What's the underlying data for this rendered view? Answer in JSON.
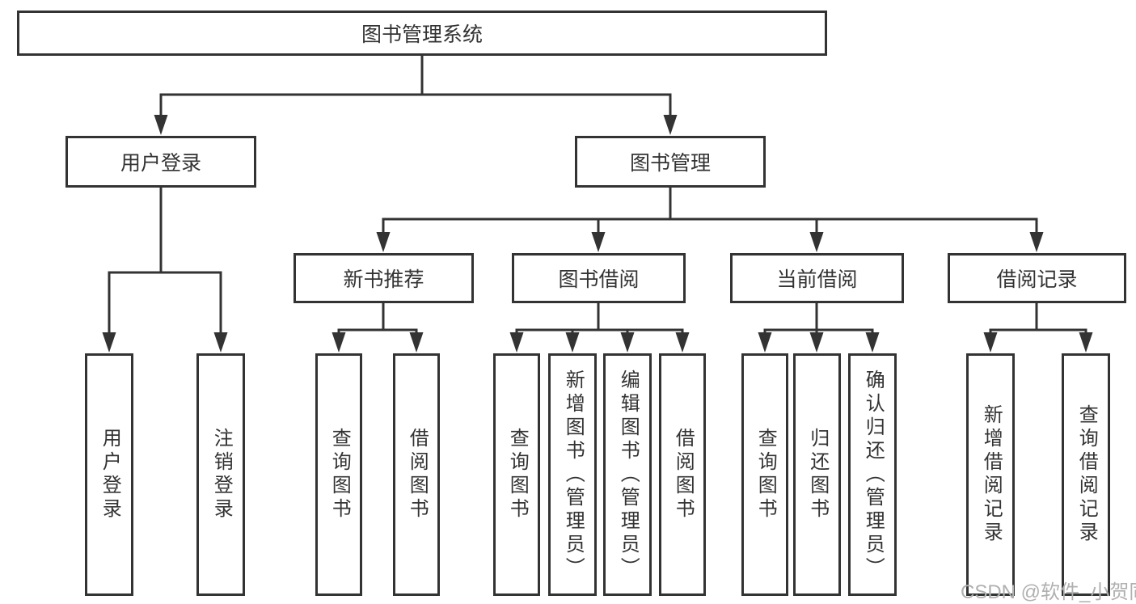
{
  "page": {
    "background_color": "#ffffff",
    "line_color": "#333333",
    "text_color": "#333333",
    "box_fill": "#ffffff"
  },
  "watermark": {
    "text": "CSDN @软件_小贺同学",
    "color": "#b0b0b0"
  },
  "nodes": {
    "root": {
      "label": "图书管理系统"
    },
    "user_login": {
      "label": "用户登录",
      "children": [
        {
          "label": "用户登录"
        },
        {
          "label": "注销登录"
        }
      ]
    },
    "book_mgmt": {
      "label": "图书管理",
      "children_labels": [
        "新书推荐",
        "图书借阅",
        "当前借阅",
        "借阅记录"
      ]
    },
    "new_book_rec": {
      "label": "新书推荐",
      "children": [
        {
          "label": "查询图书"
        },
        {
          "label": "借阅图书"
        }
      ]
    },
    "book_borrow": {
      "label": "图书借阅",
      "children": [
        {
          "label": "查询图书"
        },
        {
          "label": "新增图书（管理员）"
        },
        {
          "label": "编辑图书（管理员）"
        },
        {
          "label": "借阅图书"
        }
      ]
    },
    "current_borrow": {
      "label": "当前借阅",
      "children": [
        {
          "label": "查询图书"
        },
        {
          "label": "归还图书"
        },
        {
          "label": "确认归还（管理员）"
        }
      ]
    },
    "borrow_record": {
      "label": "借阅记录",
      "children": [
        {
          "label": "新增借阅记录"
        },
        {
          "label": "查询借阅记录"
        }
      ]
    }
  }
}
